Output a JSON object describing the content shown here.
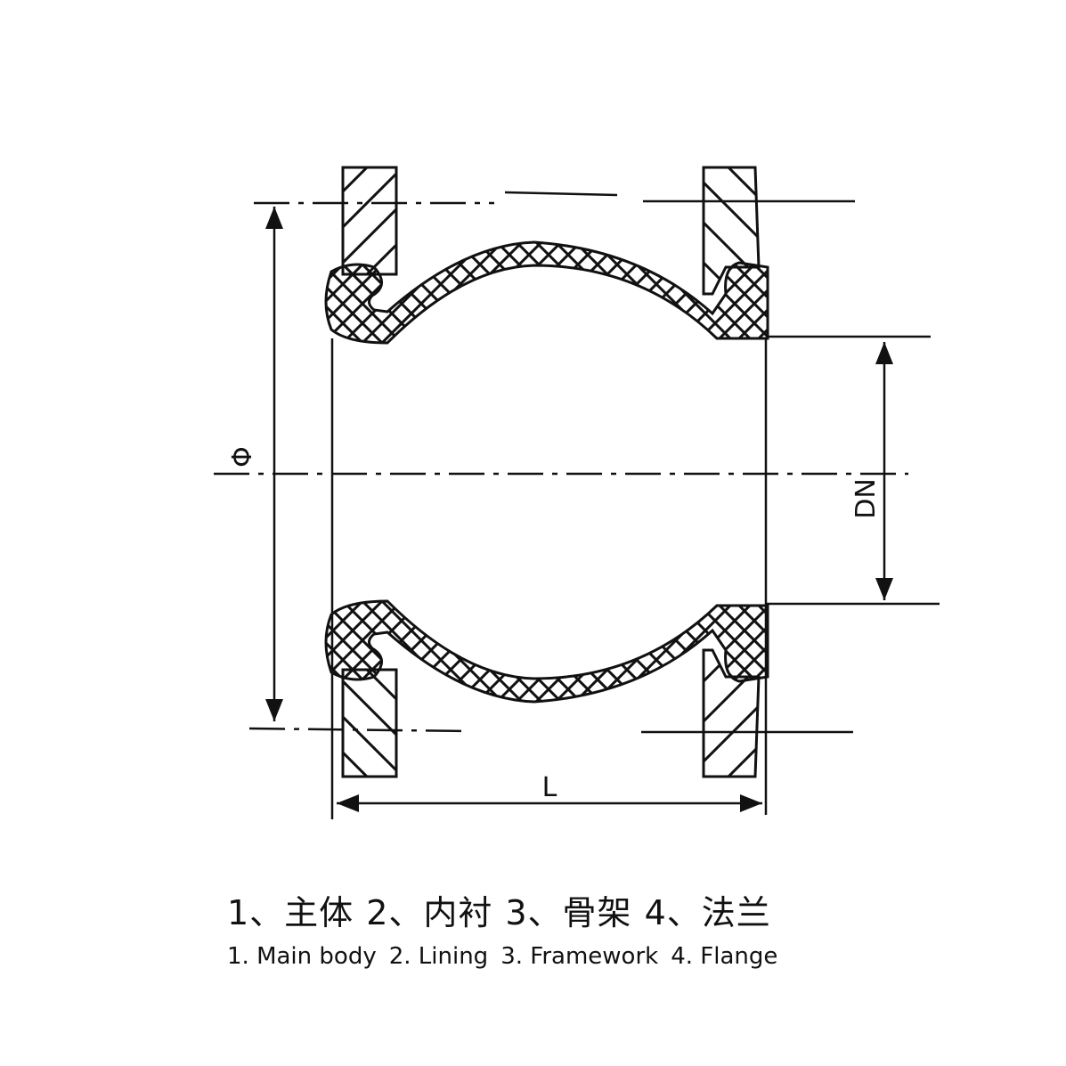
{
  "diagram": {
    "title_hidden": null,
    "dimensions": {
      "outer_diameter": "Φ",
      "nominal_diameter": "DN",
      "length": "L"
    },
    "legend_cn": [
      "1、主体",
      "2、内衬",
      "3、骨架",
      "4、法兰"
    ],
    "legend_en": [
      "1. Main body",
      "2. Lining",
      "3. Framework",
      "4. Flange"
    ],
    "colors": {
      "ink": "#111111",
      "background": "#ffffff"
    }
  }
}
